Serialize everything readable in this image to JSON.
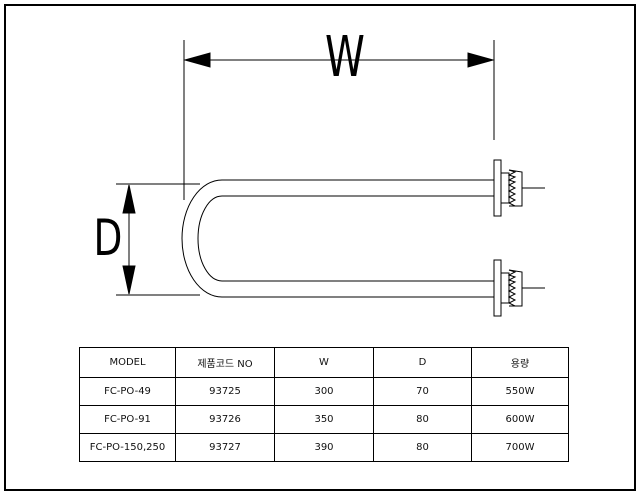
{
  "dimensions": {
    "width_label": "W",
    "depth_label": "D"
  },
  "table": {
    "headers": [
      "MODEL",
      "제품코드 NO",
      "W",
      "D",
      "용량"
    ],
    "rows": [
      [
        "FC-PO-49",
        "93725",
        "300",
        "70",
        "550W"
      ],
      [
        "FC-PO-91",
        "93726",
        "350",
        "80",
        "600W"
      ],
      [
        "FC-PO-150,250",
        "93727",
        "390",
        "80",
        "700W"
      ]
    ]
  },
  "colors": {
    "line": "#000000",
    "background": "#ffffff"
  }
}
